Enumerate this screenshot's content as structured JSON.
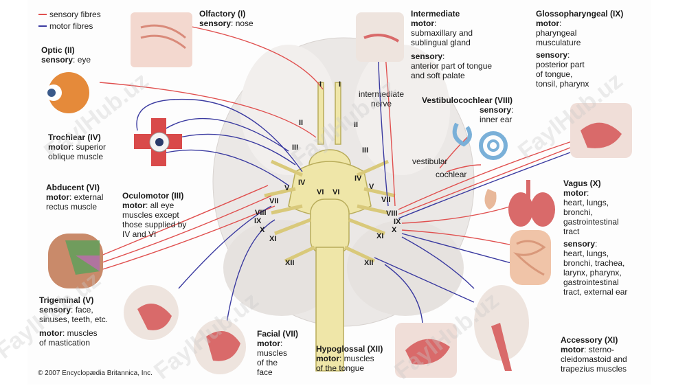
{
  "legend": {
    "sensory": {
      "label": "sensory fibres",
      "color": "#e0504f"
    },
    "motor": {
      "label": "motor fibres",
      "color": "#3a3aa0"
    }
  },
  "labels": {
    "olfactory": {
      "title": "Olfactory (I)",
      "k1": "sensory",
      "v1": ": nose"
    },
    "optic": {
      "title": "Optic (II)",
      "k1": "sensory",
      "v1": ": eye"
    },
    "trochlear": {
      "title": "Trochlear (IV)",
      "k1": "motor",
      "v1": ": superior",
      "l2": "oblique muscle"
    },
    "abducent": {
      "title": "Abducent (VI)",
      "k1": "motor",
      "v1": ": external",
      "l2": "rectus muscle"
    },
    "oculomotor": {
      "title": "Oculomotor (III)",
      "k1": "motor",
      "v1": ": all eye",
      "l2": "muscles except",
      "l3": "those supplied by",
      "l4": "IV and VI"
    },
    "trigeminal": {
      "title": "Trigeminal (V)",
      "k1": "sensory",
      "v1": ": face,",
      "l2": "sinuses, teeth, etc.",
      "k3": "motor",
      "v3": ": muscles",
      "l4": "of mastication"
    },
    "facial": {
      "title": "Facial (VII)",
      "k1": "motor",
      "v1": ":",
      "l2": "muscles",
      "l3": "of the",
      "l4": "face"
    },
    "hypoglossal": {
      "title": "Hypoglossal (XII)",
      "k1": "motor",
      "v1": ": muscles",
      "l2": "of the tongue"
    },
    "intermediate": {
      "title": "Intermediate",
      "k1": "motor",
      "v1": ":",
      "l2": "submaxillary and",
      "l3": "sublingual gland",
      "k4": "sensory",
      "v4": ":",
      "l5": "anterior part of tongue",
      "l6": "and soft palate"
    },
    "glossopharyngeal": {
      "title": "Glossopharyngeal (IX)",
      "k1": "motor",
      "v1": ":",
      "l2": "pharyngeal",
      "l3": "musculature",
      "k4": "sensory",
      "v4": ":",
      "l5": "posterior part",
      "l6": "of tongue,",
      "l7": "tonsil, pharynx"
    },
    "vestibulocochlear": {
      "title": "Vestibulocochlear (VIII)",
      "k1": "sensory",
      "v1": ":",
      "l2": "inner ear"
    },
    "vagus": {
      "title": "Vagus (X)",
      "k1": "motor",
      "v1": ":",
      "l2": "heart, lungs,",
      "l3": "bronchi,",
      "l4": "gastrointestinal",
      "l5": "tract",
      "k6": "sensory",
      "v6": ":",
      "l7": "heart, lungs,",
      "l8": "bronchi, trachea,",
      "l9": "larynx, pharynx,",
      "l10": "gastrointestinal",
      "l11": "tract, external ear"
    },
    "accessory": {
      "title": "Accessory (XI)",
      "k1": "motor",
      "v1": ": sterno-",
      "l2": "cleidomastoid and",
      "l3": "trapezius muscles"
    },
    "intermediate_nerve": {
      "l1": "intermediate",
      "l2": "nerve"
    },
    "vestibular": "vestibular",
    "cochlear": "cochlear"
  },
  "roman": {
    "I": "I",
    "II": "II",
    "III": "III",
    "IV": "IV",
    "V": "V",
    "VI": "VI",
    "VII": "VII",
    "VIII": "VIII",
    "IX": "IX",
    "X": "X",
    "XI": "XI",
    "XII": "XII"
  },
  "copyright": "© 2007 Encyclopædia Britannica, Inc.",
  "watermark": "FaylHub.uz"
}
